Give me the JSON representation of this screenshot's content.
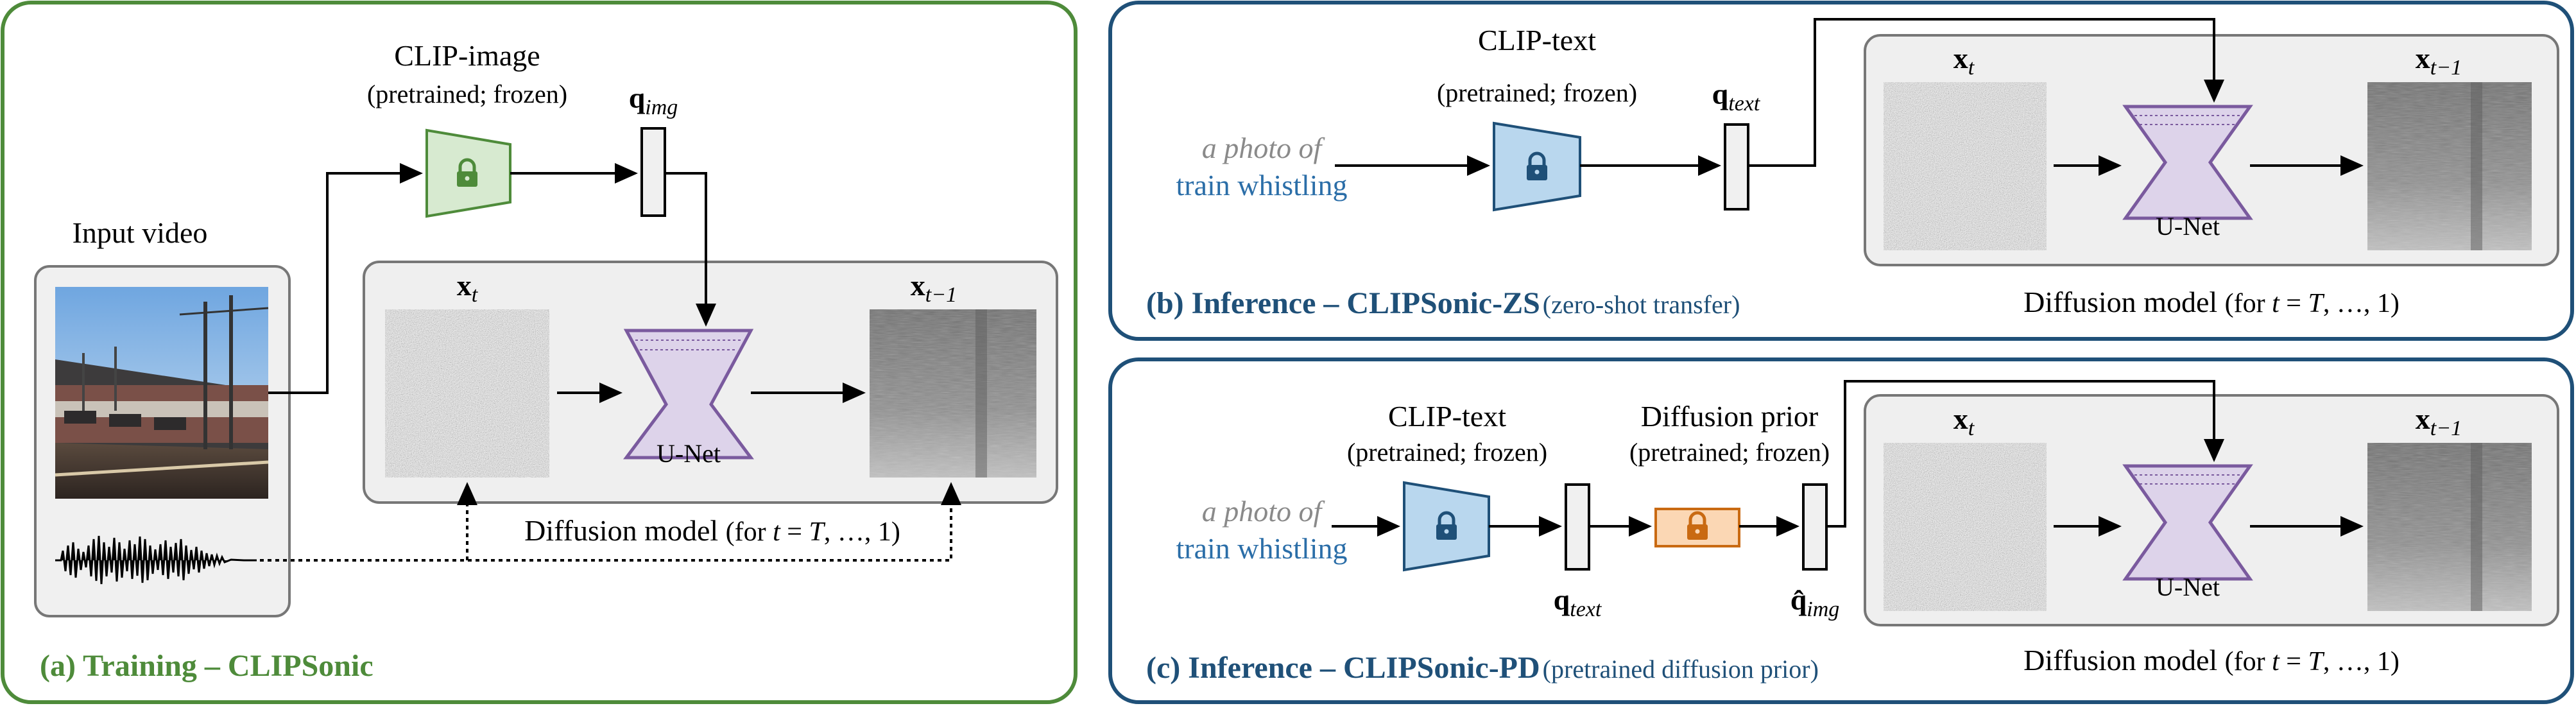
{
  "colors": {
    "training": "#4e8b3a",
    "inference": "#1f5078",
    "clip_image_fill": "#d7ead0",
    "clip_text_fill": "#b9d7ee",
    "prior_fill": "#fbd7b4",
    "prior_stroke": "#c96a12",
    "unet_fill": "#ddd3ea",
    "unet_stroke": "#7a5a9e",
    "prompt_grey": "#8a8a8a",
    "prompt_blue": "#2b6ea8"
  },
  "icons": [
    "lock-icon",
    "audio-waveform-icon",
    "train-station-photo",
    "noise-spectrogram",
    "denoised-spectrogram"
  ],
  "panel_a": {
    "title_bold": "(a) Training – CLIPSonic",
    "input_video_label": "Input video",
    "encoder_title": "CLIP-image",
    "encoder_subtitle": "(pretrained; frozen)",
    "q_base": "q",
    "q_sub": "img",
    "xt_base": "x",
    "xt_sub": "t",
    "xt1_base": "x",
    "xt1_sub": "t−1",
    "unet_label": "U-Net",
    "diffusion_label": "Diffusion model",
    "diffusion_range_open": "(for ",
    "diffusion_range_t": "t",
    "diffusion_range_eq": " = ",
    "diffusion_range_T": "T",
    "diffusion_range_rest": ", …, 1)"
  },
  "panel_b": {
    "title_bold": "(b) Inference – CLIPSonic-ZS",
    "title_note": "(zero-shot transfer)",
    "prompt_line1": "a photo of",
    "prompt_line2": "train whistling",
    "encoder_title": "CLIP-text",
    "encoder_subtitle": "(pretrained; frozen)",
    "q_base": "q",
    "q_sub": "text",
    "xt_base": "x",
    "xt_sub": "t",
    "xt1_base": "x",
    "xt1_sub": "t−1",
    "unet_label": "U-Net",
    "diffusion_label": "Diffusion model",
    "diffusion_range_open": "(for ",
    "diffusion_range_t": "t",
    "diffusion_range_eq": " = ",
    "diffusion_range_T": "T",
    "diffusion_range_rest": ", …, 1)"
  },
  "panel_c": {
    "title_bold": "(c) Inference – CLIPSonic-PD",
    "title_note": "(pretrained diffusion prior)",
    "prompt_line1": "a photo of",
    "prompt_line2": "train whistling",
    "encoder_title": "CLIP-text",
    "encoder_subtitle": "(pretrained; frozen)",
    "prior_title": "Diffusion prior",
    "prior_subtitle": "(pretrained; frozen)",
    "q_base": "q",
    "q_sub": "text",
    "qhat_base": "q̂",
    "qhat_sub": "img",
    "xt_base": "x",
    "xt_sub": "t",
    "xt1_base": "x",
    "xt1_sub": "t−1",
    "unet_label": "U-Net",
    "diffusion_label": "Diffusion model",
    "diffusion_range_open": "(for ",
    "diffusion_range_t": "t",
    "diffusion_range_eq": " = ",
    "diffusion_range_T": "T",
    "diffusion_range_rest": ", …, 1)"
  }
}
